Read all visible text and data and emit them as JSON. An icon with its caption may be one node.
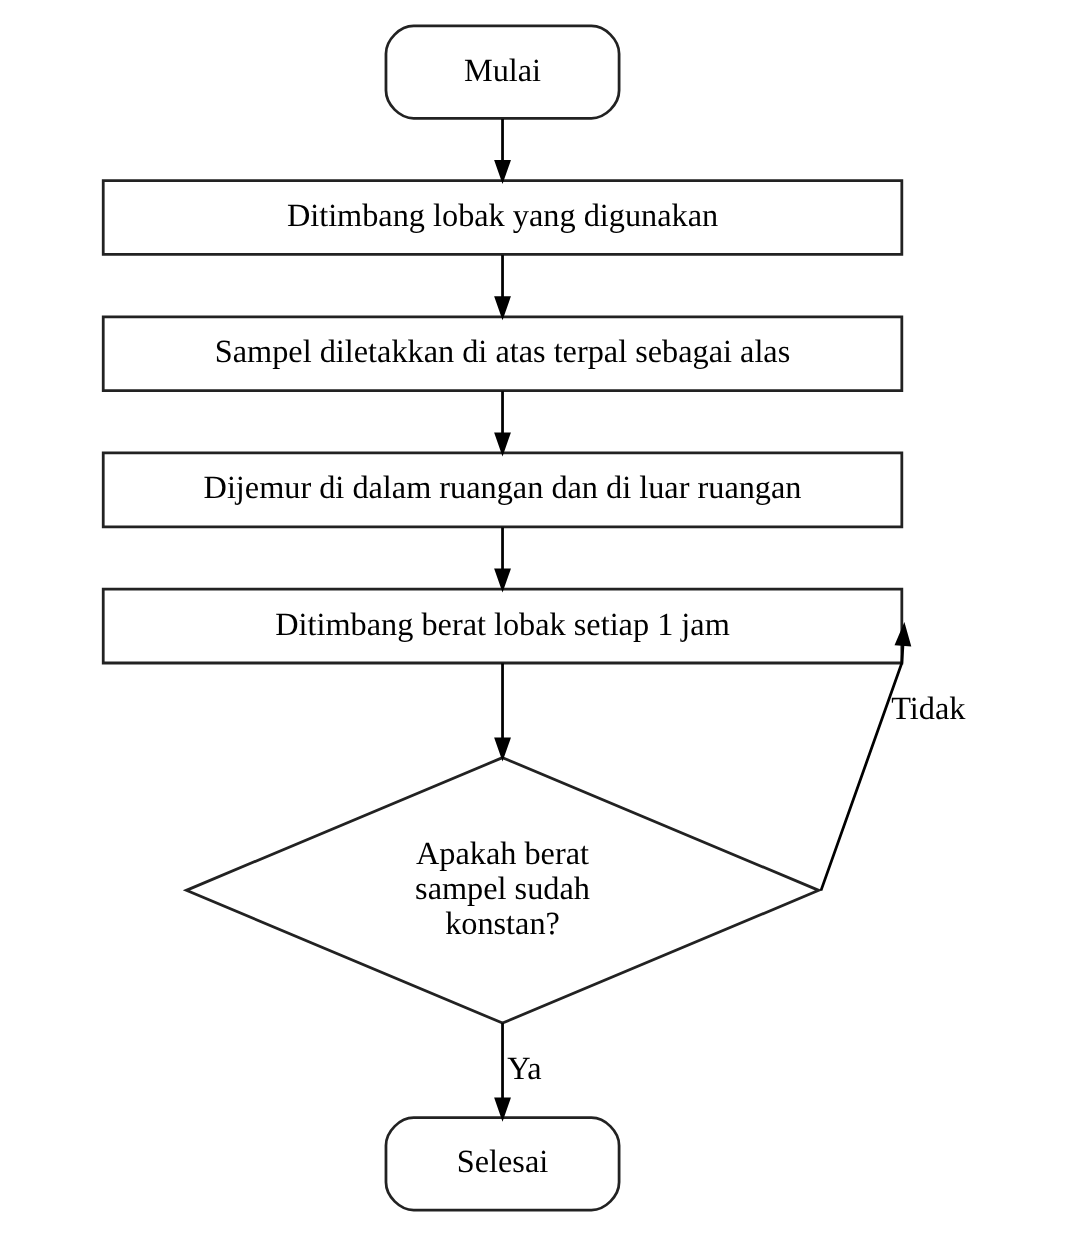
{
  "diagram": {
    "nodes": [
      {
        "text": [
          "Mulai"
        ]
      },
      {
        "text": [
          "Ditimbang lobak yang digunakan"
        ]
      },
      {
        "text": [
          "Sampel diletakkan di atas terpal sebagai alas"
        ]
      },
      {
        "text": [
          "Dijemur di dalam ruangan dan di luar ruangan"
        ]
      },
      {
        "text": [
          "Ditimbang berat lobak setiap 1 jam"
        ]
      },
      {
        "text": [
          "Apakah berat sampel sudah konstan?"
        ]
      },
      {
        "text": [
          "Selesai"
        ]
      }
    ],
    "edges": [
      {
        "from": 0,
        "to": 1,
        "arrow": "to"
      },
      {
        "from": 1,
        "to": 2,
        "arrow": "to"
      },
      {
        "from": 2,
        "to": 3,
        "arrow": "to"
      },
      {
        "from": 3,
        "to": 4,
        "arrow": "to"
      },
      {
        "from": 4,
        "to": 5,
        "arrow": "to"
      },
      {
        "from": 5,
        "to": 4,
        "label": "Tidak",
        "arrow": "to"
      },
      {
        "from": 5,
        "to": 6,
        "label": "Ya",
        "arrow": "to"
      }
    ]
  }
}
